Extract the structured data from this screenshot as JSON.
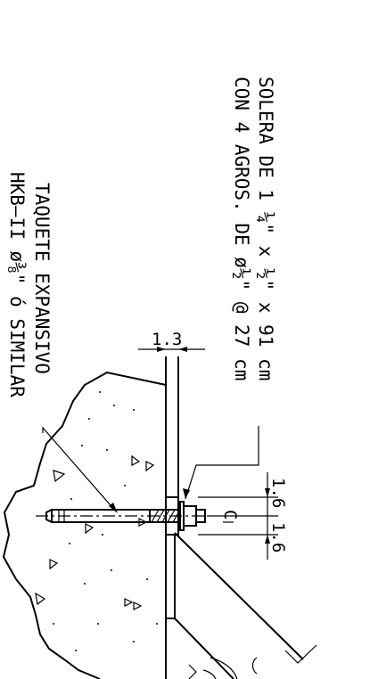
{
  "notes": {
    "solera_line1": "SOLERA DE 1 ¼\" x ½\" x 91 cm",
    "solera_line2": "CON 4 AGROS. DE ø½\" @ 27 cm",
    "taquete_line1": "TAQUETE EXPANSIVO",
    "taquete_line2": "HKB–II ø⅜\" ó SIMILAR"
  },
  "dimensions": {
    "plate_thickness": "1.3",
    "edge_a": "1.6",
    "edge_b": "1.6",
    "centerline_mark": "C"
  }
}
